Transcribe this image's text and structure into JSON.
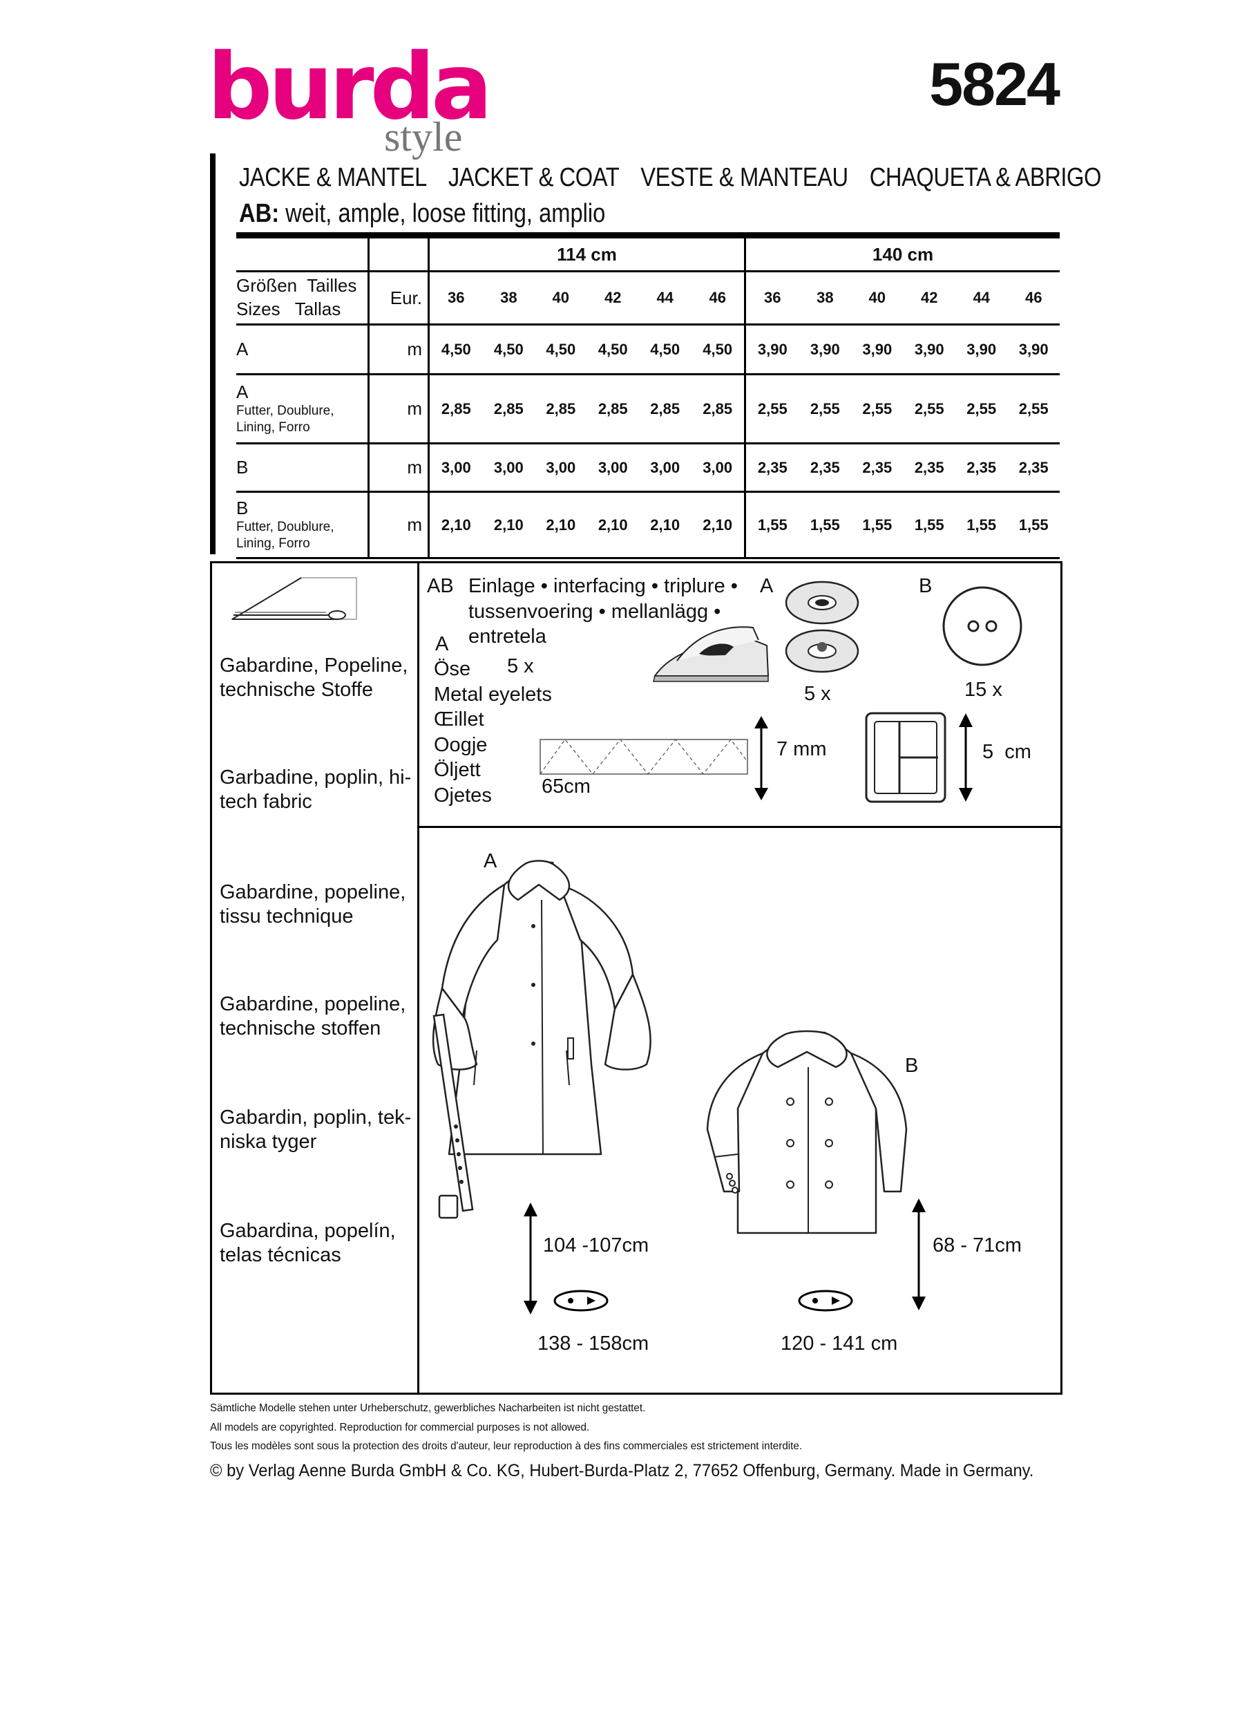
{
  "brand": {
    "name": "burda",
    "sub": "style"
  },
  "pattern_number": "5824",
  "title": [
    "JACKE & MANTEL",
    "JACKET & COAT",
    "VESTE & MANTEAU",
    "CHAQUETA & ABRIGO"
  ],
  "fit": {
    "prefix": "AB:",
    "text": " weit, ample, loose fitting, amplio"
  },
  "table": {
    "widths": [
      "114 cm",
      "140 cm"
    ],
    "size_label_1": "Größen  Tailles",
    "size_label_2": "Sizes   Tallas",
    "eur": "Eur.",
    "sizes": [
      "36",
      "38",
      "40",
      "42",
      "44",
      "46",
      "36",
      "38",
      "40",
      "42",
      "44",
      "46"
    ],
    "rows": [
      {
        "label": "A",
        "sub": "",
        "unit": "m",
        "values": [
          "4,50",
          "4,50",
          "4,50",
          "4,50",
          "4,50",
          "4,50",
          "3,90",
          "3,90",
          "3,90",
          "3,90",
          "3,90",
          "3,90"
        ]
      },
      {
        "label": "A",
        "sub": "Futter, Doublure, Lining, Forro",
        "unit": "m",
        "values": [
          "2,85",
          "2,85",
          "2,85",
          "2,85",
          "2,85",
          "2,85",
          "2,55",
          "2,55",
          "2,55",
          "2,55",
          "2,55",
          "2,55"
        ]
      },
      {
        "label": "B",
        "sub": "",
        "unit": "m",
        "values": [
          "3,00",
          "3,00",
          "3,00",
          "3,00",
          "3,00",
          "3,00",
          "2,35",
          "2,35",
          "2,35",
          "2,35",
          "2,35",
          "2,35"
        ]
      },
      {
        "label": "B",
        "sub": "Futter, Doublure, Lining, Forro",
        "unit": "m",
        "values": [
          "2,10",
          "2,10",
          "2,10",
          "2,10",
          "2,10",
          "2,10",
          "1,55",
          "1,55",
          "1,55",
          "1,55",
          "1,55",
          "1,55"
        ]
      }
    ]
  },
  "fabrics": [
    [
      "Gabardine, Popeline,",
      "technische Stoffe"
    ],
    [
      "Garbadine, poplin, hi-",
      "tech fabric"
    ],
    [
      "Gabardine, popeline,",
      "tissu technique"
    ],
    [
      "Gabardine, popeline,",
      "technische stoffen"
    ],
    [
      "Gabardin, poplin, tek-",
      "niska tyger"
    ],
    [
      "Gabardina, popelín,",
      "telas técnicas"
    ]
  ],
  "supplies": {
    "ab_label": "AB",
    "interfacing": [
      "Einlage • interfacing • triplure •",
      "tussenvoering • mellanlägg •",
      "entretela"
    ],
    "a_label": "A",
    "eyelet_count": "5 x",
    "eyelets": [
      "Öse",
      "Metal eyelets",
      "Œillet",
      "Oogje",
      "Öljett",
      "Ojetes"
    ],
    "tape_length": "65cm",
    "tape_width": "7 mm",
    "snap_label": "A",
    "snap_count": "5 x",
    "button_label": "B",
    "button_count": "15 x",
    "buckle_size": "5  cm"
  },
  "models": {
    "a": {
      "label": "A",
      "length": "104 -107cm",
      "width": "138 - 158cm"
    },
    "b": {
      "label": "B",
      "length": "68 - 71cm",
      "width": "120 - 141 cm"
    }
  },
  "footer": {
    "lines": [
      "Sämtliche Modelle stehen unter Urheberschutz, gewerbliches Nacharbeiten ist nicht gestattet.",
      "All models are copyrighted. Reproduction for commercial purposes is not allowed.",
      "Tous les modèles sont sous la protection des droits d'auteur, leur reproduction à des fins commerciales est strictement interdite."
    ],
    "copyright": "© by Verlag Aenne Burda GmbH & Co. KG, Hubert-Burda-Platz 2, 77652 Offenburg, Germany. Made in Germany."
  },
  "colors": {
    "brand": "#e6007e",
    "brand_sub": "#777777"
  }
}
